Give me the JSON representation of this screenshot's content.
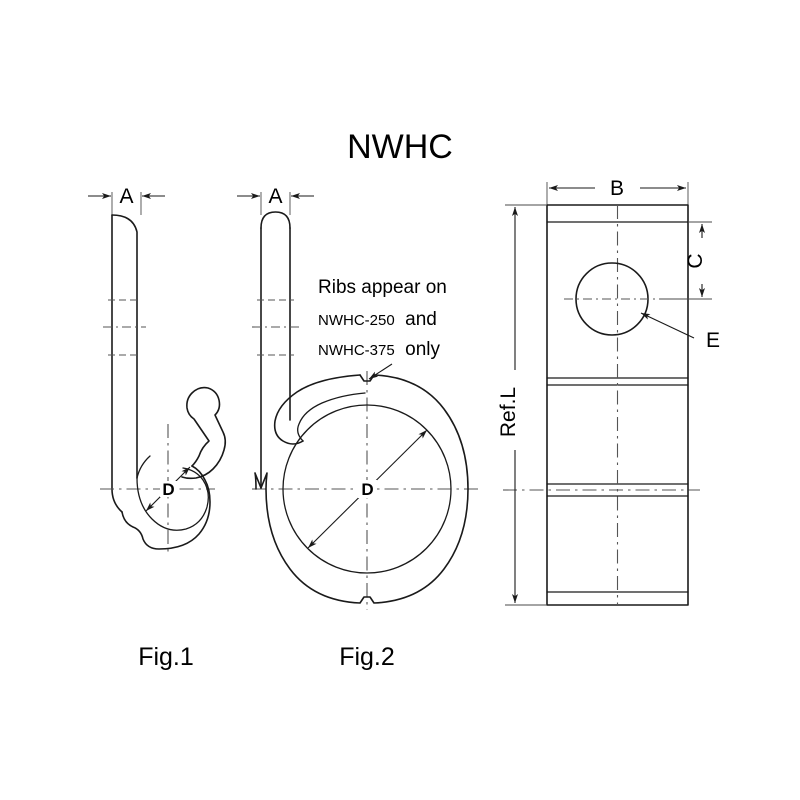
{
  "drawing": {
    "title": "NWHC",
    "background_color": "#ffffff",
    "line_color": "#1a1a1a",
    "center_line_color": "#555555"
  },
  "annotations": {
    "note_line1": "Ribs appear on",
    "note_line2_part": "NWHC-250",
    "note_line2_tail": "and",
    "note_line3_part": "NWHC-375",
    "note_line3_tail": "only"
  },
  "figures": {
    "fig1": {
      "caption": "Fig.1",
      "dimension_a": "A",
      "dimension_d": "D"
    },
    "fig2": {
      "caption": "Fig.2",
      "dimension_a": "A",
      "dimension_d": "D"
    },
    "side_view": {
      "dimension_b": "B",
      "dimension_c": "C",
      "dimension_e": "E",
      "dimension_ref_l": "Ref.L"
    }
  }
}
